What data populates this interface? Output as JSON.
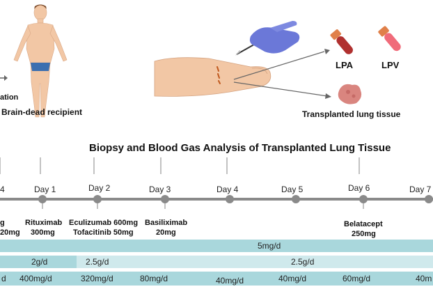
{
  "top": {
    "cut_label": "ation",
    "recipient_label": "Brain-dead recipient",
    "lpa_label": "LPA",
    "lpv_label": "LPV",
    "tissue_label": "Transplanted lung tissue"
  },
  "timeline": {
    "title": "Biopsy and Blood Gas Analysis of Transplanted Lung Tissue",
    "days": [
      "4",
      "Day 1",
      "Day 2",
      "Day 3",
      "Day 4",
      "Day 5",
      "Day 6",
      "Day 7"
    ],
    "drugs": {
      "left_line1": "g",
      "left_line2": "20mg",
      "rituximab_line1": "Rituximab",
      "rituximab_line2": "300mg",
      "eculizumab_line1": "Eculizumab 600mg",
      "eculizumab_line2": "Tofacitinib 50mg",
      "basiliximab_line1": "Basiliximab",
      "basiliximab_line2": "20mg",
      "belatacept_line1": "Belatacept",
      "belatacept_line2": "250mg"
    }
  },
  "bars": {
    "bar1": "5mg/d",
    "bar2_a": "2g/d",
    "bar2_b": "2.5g/d",
    "bar2_c": "2.5g/d",
    "bar3_a": "d",
    "bar3_b": "400mg/d",
    "bar3_c": "320mg/d",
    "bar3_d": "80mg/d",
    "bar3_e": "40mg/d",
    "bar3_f": "40mg/d",
    "bar3_g": "60mg/d",
    "bar3_h": "40m"
  },
  "colors": {
    "timeline": "#8a8a8a",
    "bar_teal": "#a9d7dc",
    "bar_light": "#cfe9ec",
    "lpa_tube": "#b0302f",
    "lpv_tube": "#f06b7a",
    "glove": "#6b78d8",
    "tissue": "#d9857f"
  }
}
